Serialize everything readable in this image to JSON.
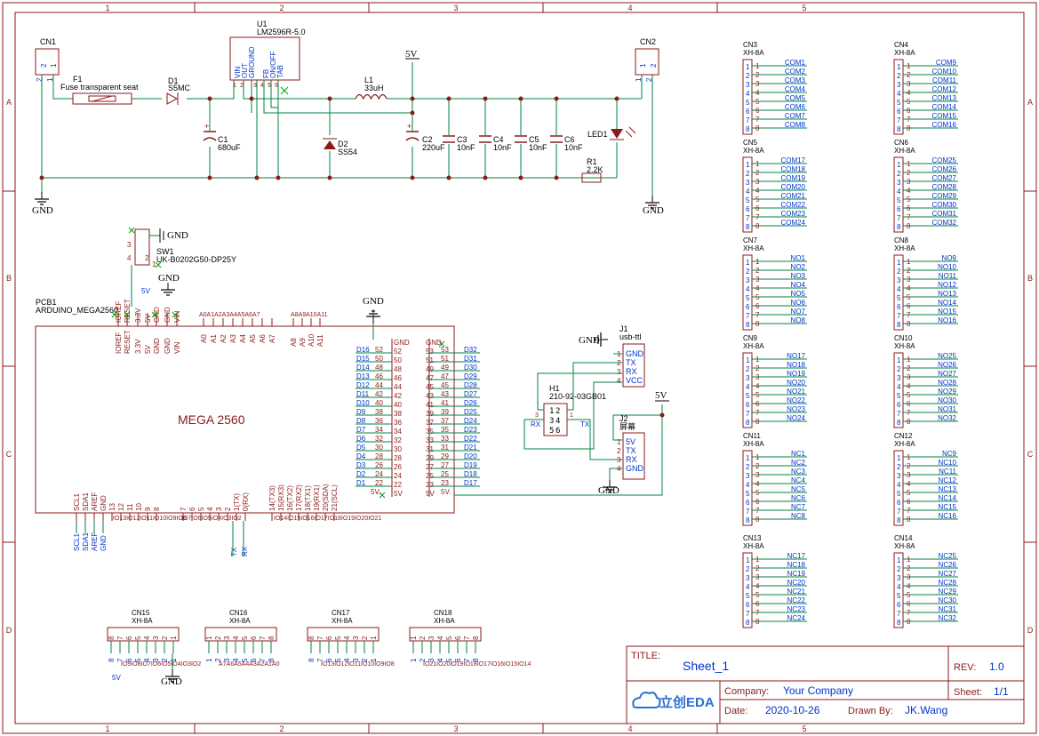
{
  "frame": {
    "columns": [
      "1",
      "2",
      "3",
      "4",
      "5"
    ],
    "rows": [
      "A",
      "B",
      "C",
      "D"
    ]
  },
  "titleblock": {
    "title_label": "TITLE:",
    "title": "Sheet_1",
    "rev_label": "REV:",
    "rev": "1.0",
    "company_label": "Company:",
    "company": "Your Company",
    "sheet_label": "Sheet:",
    "sheet": "1/1",
    "date_label": "Date:",
    "date": "2020-10-26",
    "drawn_label": "Drawn By:",
    "drawn_by": "JK.Wang",
    "logo": "立创EDA"
  },
  "power": {
    "cn1": {
      "ref": "CN1",
      "p1": "1",
      "p2": "2"
    },
    "cn2": {
      "ref": "CN2",
      "p1": "1",
      "p2": "2"
    },
    "f1": {
      "ref": "F1",
      "value": "Fuse transparent seat",
      "p1": "1",
      "p2": "2"
    },
    "d1": {
      "ref": "D1",
      "value": "S5MC",
      "p1": "1",
      "p2": "2"
    },
    "u1": {
      "ref": "U1",
      "value": "LM2596R-5.0",
      "pins": [
        "VIN",
        "OUT",
        "GROUND",
        "FB",
        "ON/OFF",
        "TAB"
      ],
      "nums": [
        "1",
        "2",
        "3",
        "4",
        "5",
        "6"
      ]
    },
    "l1": {
      "ref": "L1",
      "value": "33uH"
    },
    "d2": {
      "ref": "D2",
      "value": "SS54"
    },
    "c1": {
      "ref": "C1",
      "value": "680uF"
    },
    "c2": {
      "ref": "C2",
      "value": "220uF"
    },
    "c3": {
      "ref": "C3",
      "value": "10nF"
    },
    "c4": {
      "ref": "C4",
      "value": "10nF"
    },
    "c5": {
      "ref": "C5",
      "value": "10nF"
    },
    "c6": {
      "ref": "C6",
      "value": "10nF"
    },
    "r1": {
      "ref": "R1",
      "value": "2.2K"
    },
    "led1": {
      "ref": "LED1"
    },
    "plus": "+",
    "gnd": "GND",
    "v5": "5V"
  },
  "mega": {
    "ref": "PCB1",
    "value": "ARDUINO_MEGA2560",
    "label": "MEGA 2560",
    "top_pins": [
      "IOREF",
      "RESET",
      "3.3V",
      "5V",
      "GND",
      "GND",
      "VIN"
    ],
    "top_analog_a": [
      "A0",
      "A1",
      "A2",
      "A3",
      "A4",
      "A5",
      "A6",
      "A7"
    ],
    "top_analog_b": [
      "A8",
      "A9",
      "A10",
      "A11"
    ],
    "top_overlap_a": "A0A1A2A3A4A5A6A7",
    "top_overlap_b": "A8A9A10A11",
    "left_block_pins": [
      "SCL1",
      "SDA1",
      "AREF",
      "GND",
      "13",
      "12",
      "11",
      "10",
      "9",
      "8"
    ],
    "mid_block_pins": [
      "7",
      "6",
      "5",
      "4",
      "3",
      "2",
      "1(TX)",
      "0(RX)"
    ],
    "right_block_pins": [
      "14(TX3)",
      "15(RX3)",
      "16(TX2)",
      "17(RX2)",
      "18(TX1)",
      "19(RX1)",
      "20(SDA)",
      "21(SCL)"
    ],
    "bottom_net_a": [
      "SCL1",
      "SDA1",
      "AREF",
      "GND"
    ],
    "bottom_io_a": "IO13IO12IO11IO10IO9IO8",
    "bottom_io_b": "IO7IO6IO5IO4IO3IO2",
    "bottom_io_c": "IO14IO15IO16IO17IO18IO19IO20IO21",
    "tx": "TX",
    "rx": "RX",
    "hdr_left": [
      "GND",
      "52",
      "50",
      "48",
      "46",
      "44",
      "42",
      "40",
      "38",
      "36",
      "34",
      "32",
      "30",
      "28",
      "26",
      "24",
      "22",
      "5V"
    ],
    "hdr_right": [
      "GND",
      "53",
      "51",
      "49",
      "47",
      "45",
      "43",
      "41",
      "39",
      "37",
      "35",
      "33",
      "31",
      "29",
      "27",
      "25",
      "23",
      "5V"
    ],
    "net_left": [
      "D16",
      "D15",
      "D14",
      "D13",
      "D12",
      "D11",
      "D10",
      "D9",
      "D8",
      "D7",
      "D6",
      "D5",
      "D4",
      "D3",
      "D2",
      "D1"
    ],
    "net_right": [
      "D32",
      "D31",
      "D30",
      "D29",
      "D28",
      "D27",
      "D26",
      "D25",
      "D24",
      "D23",
      "D22",
      "D21",
      "D20",
      "D19",
      "D18",
      "D17"
    ],
    "pins_left_inner": [
      "52",
      "50",
      "48",
      "46",
      "44",
      "42",
      "40",
      "38",
      "36",
      "34",
      "32",
      "30",
      "28",
      "26",
      "24",
      "22"
    ],
    "pins_right_inner": [
      "53",
      "51",
      "49",
      "47",
      "45",
      "43",
      "41",
      "39",
      "37",
      "35",
      "33",
      "31",
      "29",
      "27",
      "25",
      "23"
    ],
    "v5dot": "5V.",
    "gnd": "GND",
    "v5": "5V"
  },
  "sw1": {
    "ref": "SW1",
    "value": "UK-B0202G50-DP25Y",
    "pins": [
      "1",
      "2",
      "3",
      "4"
    ],
    "gnd": "GND"
  },
  "j1": {
    "ref": "J1",
    "value": "usb-ttl",
    "pins": [
      "GND",
      "TX",
      "RX",
      "VCC"
    ],
    "nums": [
      "1",
      "2",
      "3",
      "4"
    ],
    "gnd": "GND"
  },
  "j2": {
    "ref": "J2",
    "value": "屏幕",
    "pins": [
      "5V",
      "TX",
      "RX",
      "GND"
    ],
    "nums": [
      "1",
      "2",
      "3",
      "4"
    ],
    "v5": "5V",
    "gnd": "GND"
  },
  "h1": {
    "ref": "H1",
    "value": "210-92-03GB01",
    "grid": [
      "1",
      "2",
      "3",
      "4",
      "5",
      "6"
    ],
    "rx": "RX",
    "tx": "TX"
  },
  "xh_connectors": [
    {
      "ref": "CN3",
      "value": "XH-8A",
      "nets": [
        "COM1",
        "COM2",
        "COM3",
        "COM4",
        "COM5",
        "COM6",
        "COM7",
        "COM8"
      ]
    },
    {
      "ref": "CN4",
      "value": "XH-8A",
      "nets": [
        "COM9",
        "COM10",
        "COM11",
        "COM12",
        "COM13",
        "COM14",
        "COM15",
        "COM16"
      ]
    },
    {
      "ref": "CN5",
      "value": "XH-8A",
      "nets": [
        "COM17",
        "COM18",
        "COM19",
        "COM20",
        "COM21",
        "COM22",
        "COM23",
        "COM24"
      ]
    },
    {
      "ref": "CN6",
      "value": "XH-8A",
      "nets": [
        "COM25",
        "COM26",
        "COM27",
        "COM28",
        "COM29",
        "COM30",
        "COM31",
        "COM32"
      ]
    },
    {
      "ref": "CN7",
      "value": "XH-8A",
      "nets": [
        "NO1",
        "NO2",
        "NO3",
        "NO4",
        "NO5",
        "NO6",
        "NO7",
        "NO8"
      ]
    },
    {
      "ref": "CN8",
      "value": "XH-8A",
      "nets": [
        "NO9",
        "NO10",
        "NO11",
        "NO12",
        "NO13",
        "NO14",
        "NO15",
        "NO16"
      ]
    },
    {
      "ref": "CN9",
      "value": "XH-8A",
      "nets": [
        "NO17",
        "NO18",
        "NO19",
        "NO20",
        "NO21",
        "NO22",
        "NO23",
        "NO24"
      ]
    },
    {
      "ref": "CN10",
      "value": "XH-8A",
      "nets": [
        "NO25",
        "NO26",
        "NO27",
        "NO28",
        "NO29",
        "NO30",
        "NO31",
        "NO32"
      ]
    },
    {
      "ref": "CN11",
      "value": "XH-8A",
      "nets": [
        "NC1",
        "NC2",
        "NC3",
        "NC4",
        "NC5",
        "NC6",
        "NC7",
        "NC8"
      ]
    },
    {
      "ref": "CN12",
      "value": "XH-8A",
      "nets": [
        "NC9",
        "NC10",
        "NC11",
        "NC12",
        "NC13",
        "NC14",
        "NC15",
        "NC16"
      ]
    },
    {
      "ref": "CN13",
      "value": "XH-8A",
      "nets": [
        "NC17",
        "NC18",
        "NC19",
        "NC20",
        "NC21",
        "NC22",
        "NC23",
        "NC24"
      ]
    },
    {
      "ref": "CN14",
      "value": "XH-8A",
      "nets": [
        "NC25",
        "NC26",
        "NC27",
        "NC28",
        "NC29",
        "NC30",
        "NC31",
        "NC32"
      ]
    }
  ],
  "pin_numbers": [
    "1",
    "2",
    "3",
    "4",
    "5",
    "6",
    "7",
    "8"
  ],
  "bottom_connectors": [
    {
      "ref": "CN15",
      "value": "XH-8A",
      "pins": [
        "8",
        "7",
        "6",
        "5",
        "4",
        "3",
        "2",
        "1"
      ],
      "nets": "IO9IO8IO7IO6IO5IO4IO3IO2",
      "extra": "5V",
      "gnd": "GND"
    },
    {
      "ref": "CN16",
      "value": "XH-8A",
      "pins": [
        "1",
        "2",
        "3",
        "4",
        "5",
        "6",
        "7",
        "8"
      ],
      "nets": "A7A6A5A4A3A2A1A0"
    },
    {
      "ref": "CN17",
      "value": "XH-8A",
      "pins": [
        "8",
        "7",
        "6",
        "5",
        "4",
        "3",
        "2",
        "1"
      ],
      "nets": "IO13IO12IO11IO10IO9IO8"
    },
    {
      "ref": "CN18",
      "value": "XH-8A",
      "pins": [
        "1",
        "2",
        "3",
        "4",
        "5",
        "6",
        "7",
        "8"
      ],
      "nets": "IO21IO20IO19IO18IO17IO16IO15IO14"
    }
  ]
}
